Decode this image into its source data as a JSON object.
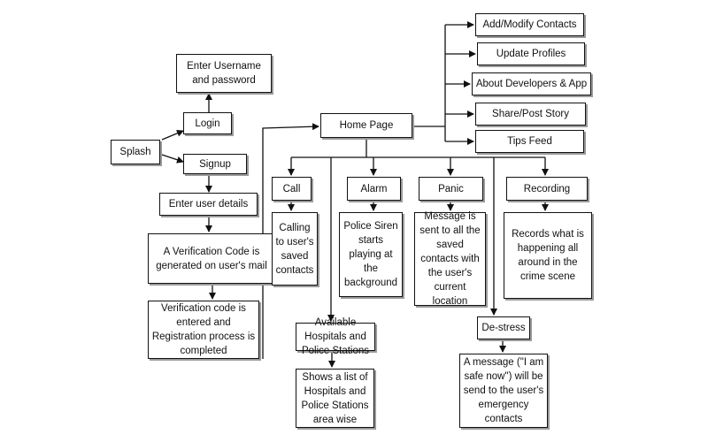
{
  "nodes": {
    "splash": "Splash",
    "login": "Login",
    "signup": "Signup",
    "enter_username": "Enter Username and password",
    "enter_user_details": "Enter user details",
    "verification_generated": "A Verification Code is generated on user's mail",
    "verification_entered": "Verification code is entered and Registration process is completed",
    "home_page": "Home Page",
    "add_modify_contacts": "Add/Modify Contacts",
    "update_profiles": "Update Profiles",
    "about_developers": "About Developers & App",
    "share_post_story": "Share/Post Story",
    "tips_feed": "Tips Feed",
    "call": "Call",
    "alarm": "Alarm",
    "panic": "Panic",
    "recording": "Recording",
    "calling_contacts": "Calling to user's saved contacts",
    "police_siren": "Police Siren starts playing at the background",
    "panic_message": "Message is sent to all the saved contacts with the user's current location",
    "records_scene": "Records what is happening all around in the crime scene",
    "available_hospitals": "Available Hospitals and Police Stations",
    "hospitals_list": "Shows a list of Hospitals and Police Stations area wise",
    "destress": "De-stress",
    "destress_message": "A message (\"I am safe now\") will be send to the user's emergency contacts"
  }
}
